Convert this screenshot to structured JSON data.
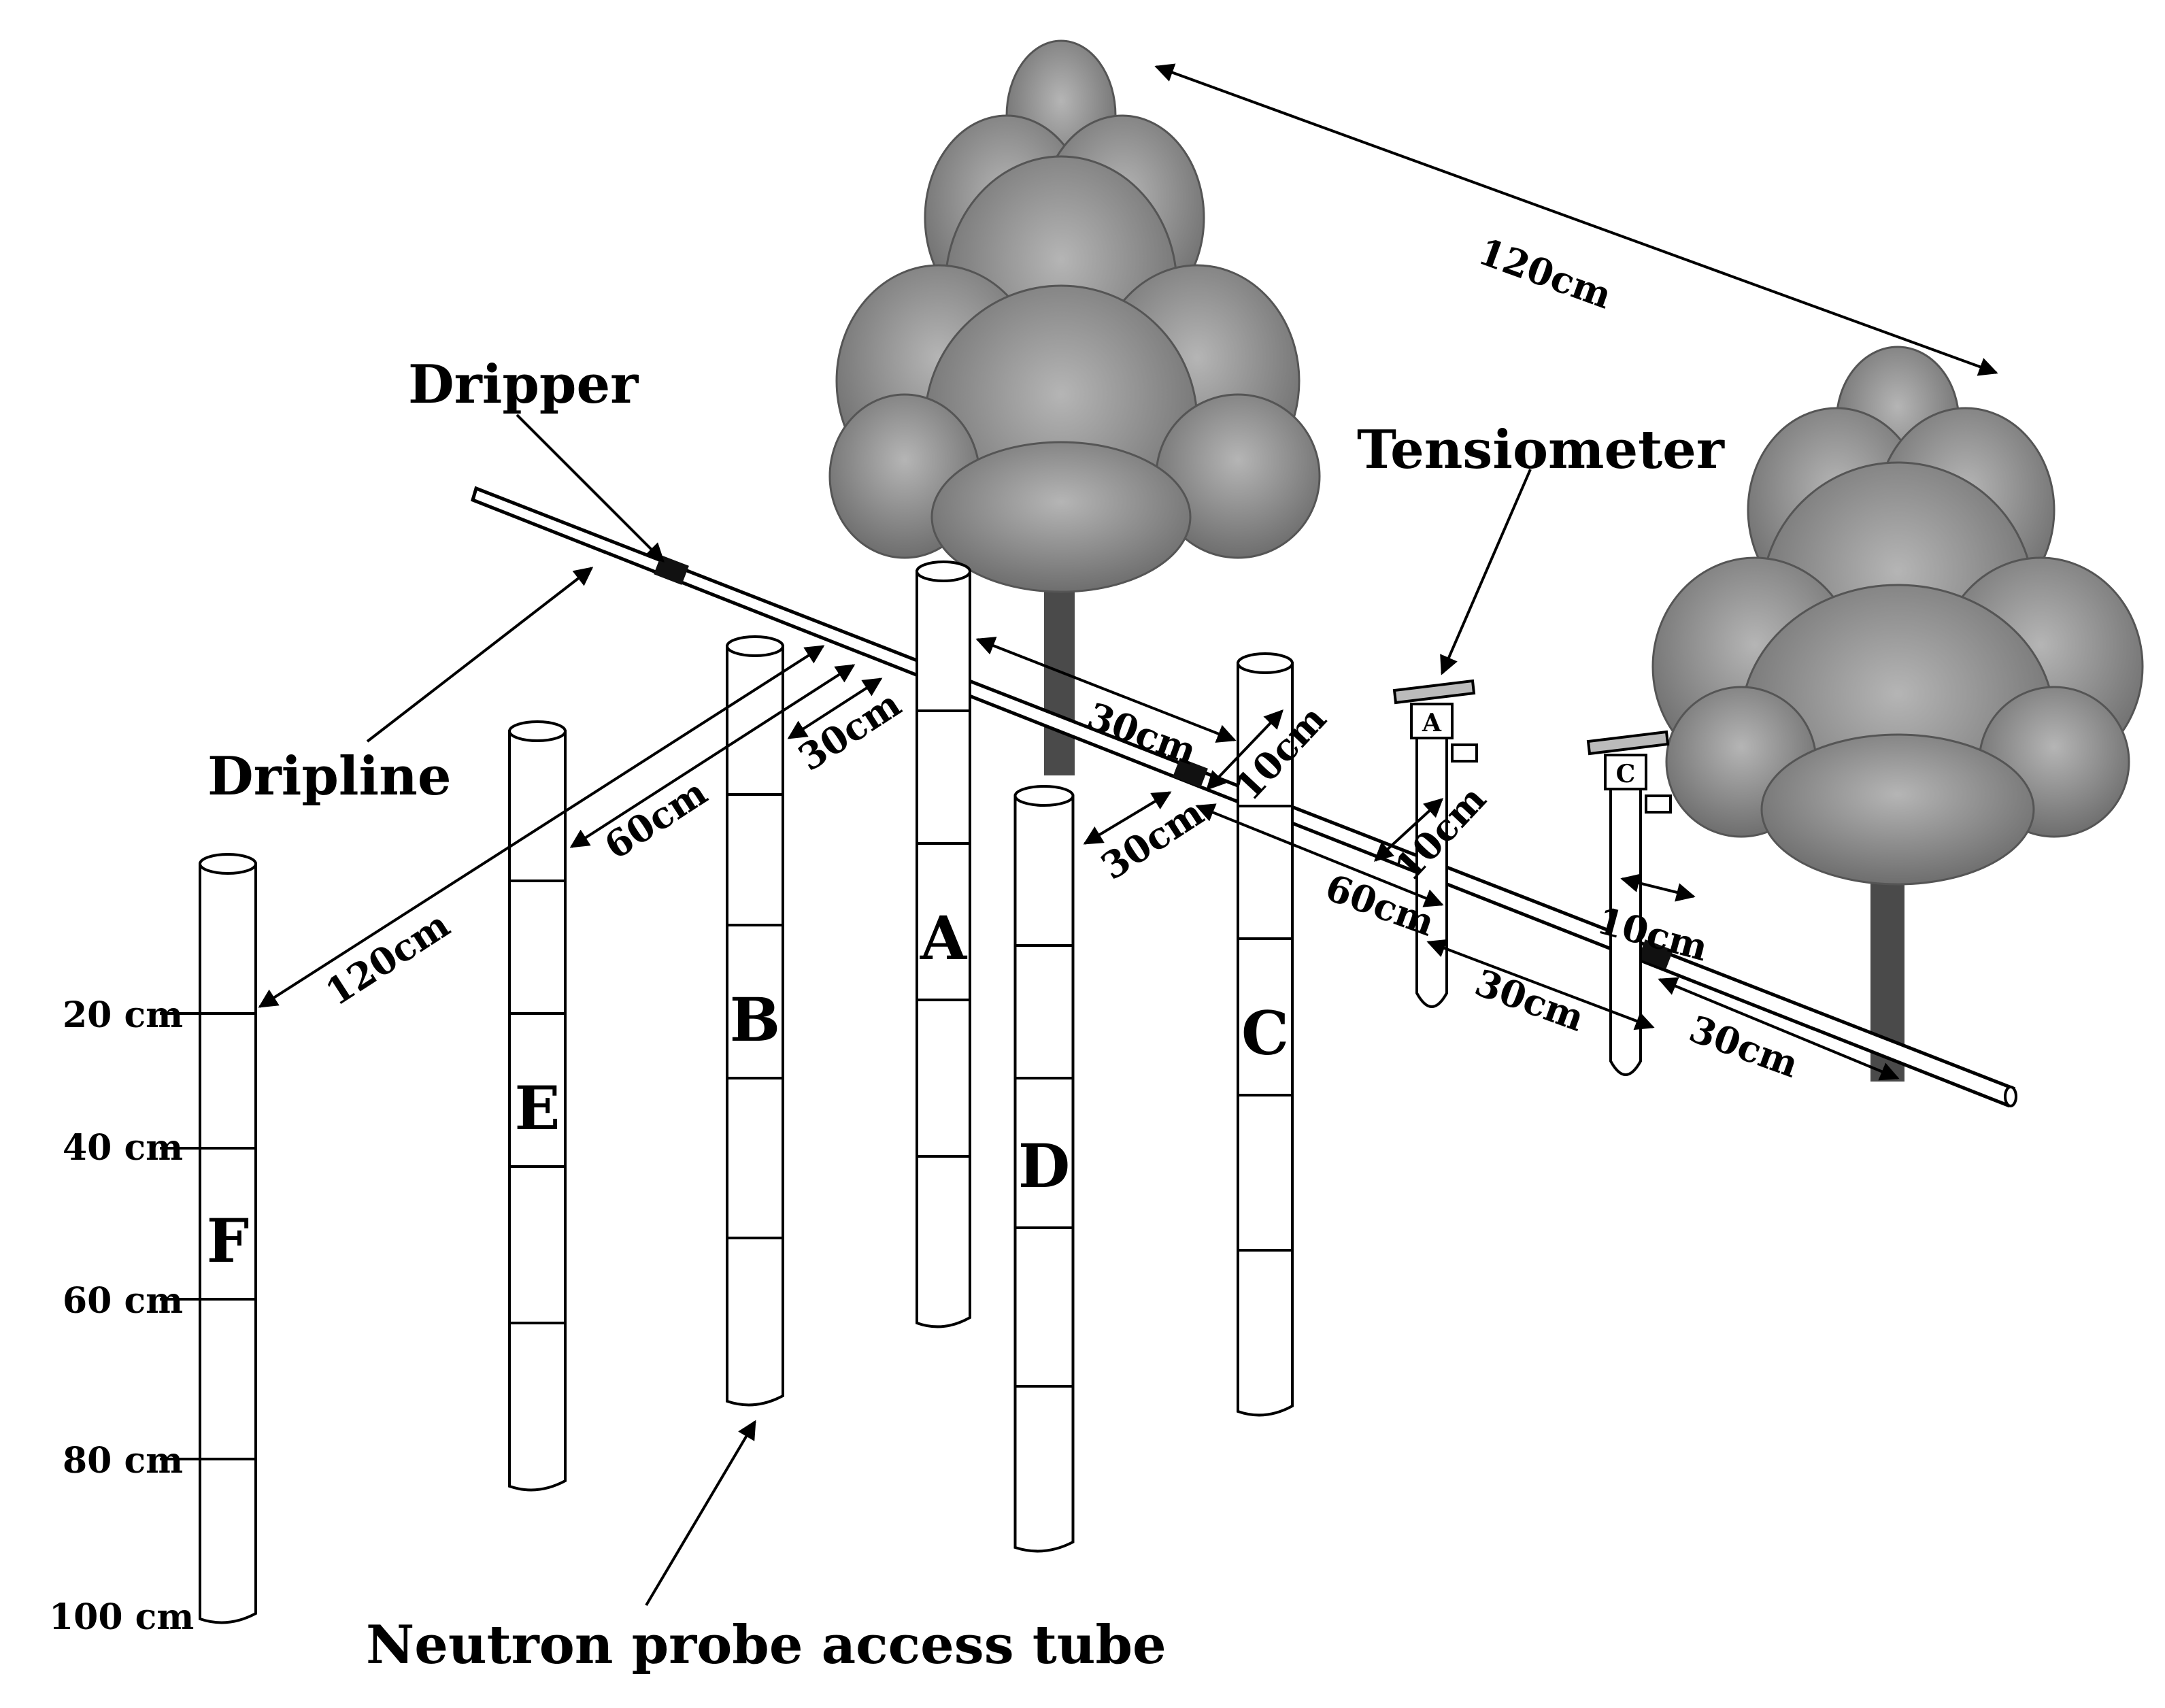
{
  "callouts": {
    "dripper": "Dripper",
    "tensiometer": "Tensiometer",
    "dripline": "Dripline",
    "access_tube": "Neutron probe access tube"
  },
  "tubes": [
    "A",
    "B",
    "C",
    "D",
    "E",
    "F"
  ],
  "tensiometers": [
    "A",
    "C"
  ],
  "depth_scale": [
    "20 cm",
    "40 cm",
    "60 cm",
    "80 cm",
    "100 cm"
  ],
  "dimensions": {
    "tree_spacing": "120cm",
    "f_to_dripline": "120cm",
    "e_to_dripline": "60cm",
    "b_to_dripline": "30cm",
    "a_to_dripper": "30cm",
    "c_to_dripline": "10cm",
    "d_to_dripper": "30cm",
    "tens_a_to_dripline": "10cm",
    "tens_a_to_dripper": "60cm",
    "tens_c_to_dripline": "10cm",
    "tens_a_to_tens_c": "30cm",
    "dripper_to_tree": "30cm"
  },
  "colors": {
    "foliage": "#8c8c8c",
    "trunk": "#4a4a4a",
    "line": "#000000"
  }
}
